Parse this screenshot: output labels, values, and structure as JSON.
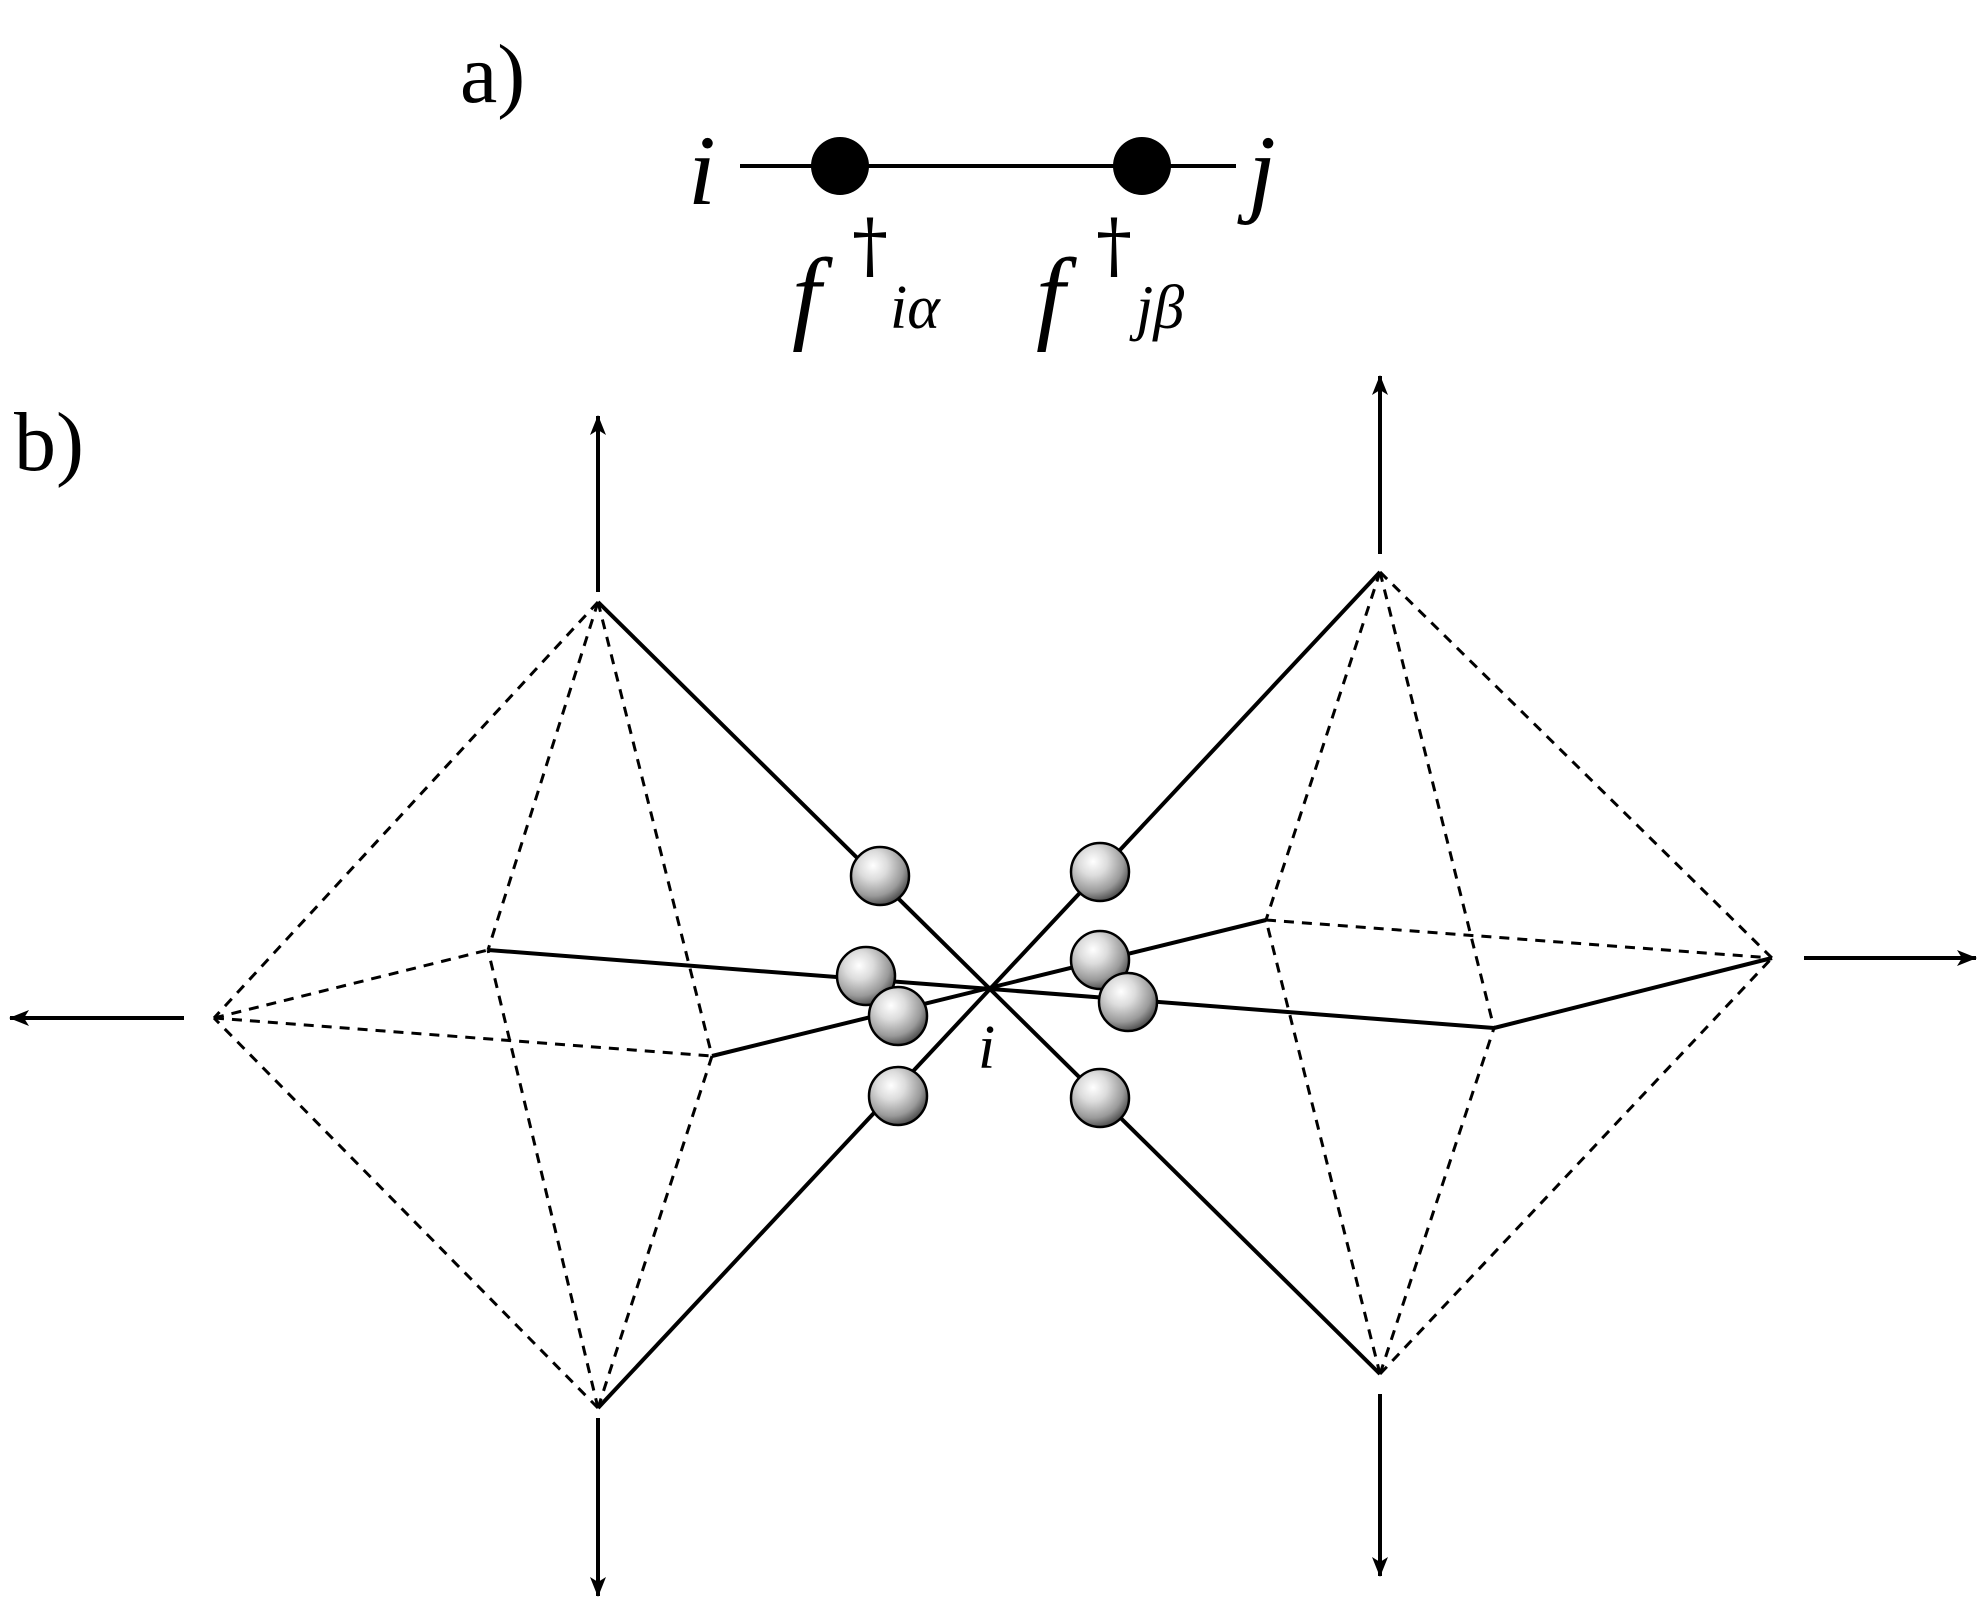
{
  "panel_a": {
    "label": "a)",
    "site_left": "i",
    "site_right": "j",
    "operator_left": {
      "symbol": "f",
      "dagger": "†",
      "subscript": "iα"
    },
    "operator_right": {
      "symbol": "f",
      "dagger": "†",
      "subscript": "jβ"
    }
  },
  "panel_b": {
    "label": "b)",
    "center_site": "i"
  },
  "colors": {
    "line": "#000000",
    "sphere_light": "#ffffff",
    "sphere_mid": "#b8b8b8",
    "sphere_dark": "#555555"
  },
  "icons": {
    "sphere": "atom-sphere",
    "arrow": "displacement-arrow"
  }
}
